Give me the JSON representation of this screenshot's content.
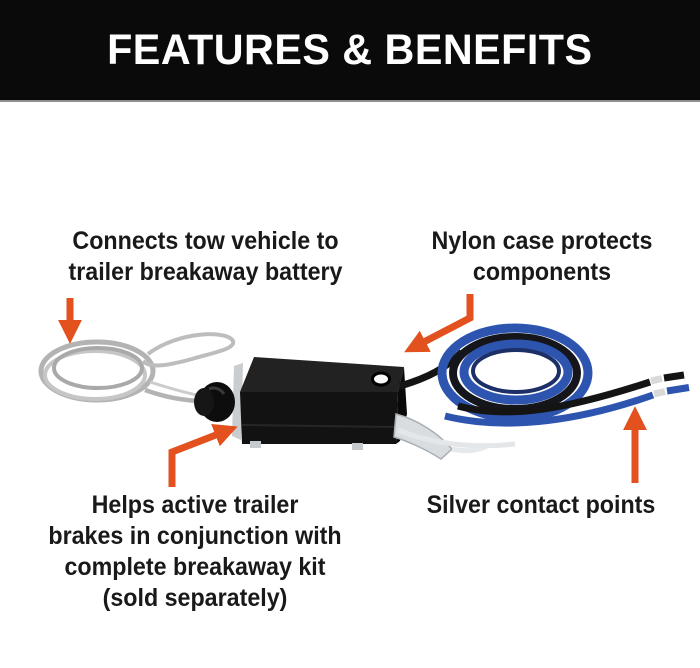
{
  "header": {
    "title": "FEATURES & BENEFITS"
  },
  "callouts": {
    "connects": {
      "lines": [
        "Connects tow vehicle to",
        "trailer breakaway battery"
      ]
    },
    "nylon": {
      "lines": [
        "Nylon case protects",
        "components"
      ]
    },
    "helps": {
      "lines": [
        "Helps active trailer",
        "brakes in conjunction with",
        "complete breakaway kit",
        "(sold separately)"
      ]
    },
    "contacts": {
      "lines": [
        "Silver contact points"
      ]
    }
  },
  "colors": {
    "header_bg": "#0a0a0a",
    "header_text": "#ffffff",
    "body_bg": "#ffffff",
    "text": "#191919",
    "arrow": "#e2511e",
    "cable_gray": "#b5b5b5",
    "wire_blue": "#2d55b0",
    "wire_black": "#141414",
    "case_black": "#121212",
    "bracket_silver": "#d9dde0",
    "contact_silver": "#d9d9d9"
  }
}
